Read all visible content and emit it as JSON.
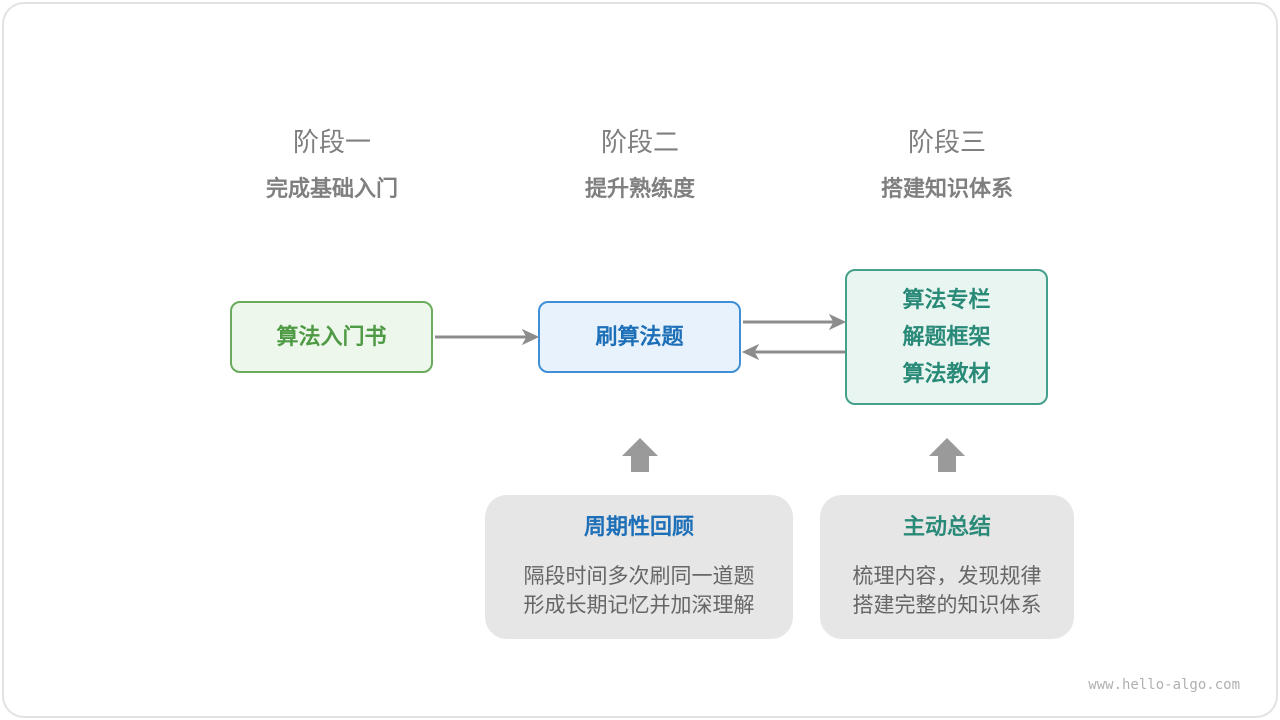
{
  "stages": [
    {
      "label": "阶段一",
      "subtitle": "完成基础入门",
      "resources": [
        "算法入门书"
      ]
    },
    {
      "label": "阶段二",
      "subtitle": "提升熟练度",
      "resources": [
        "刷算法题"
      ]
    },
    {
      "label": "阶段三",
      "subtitle": "搭建知识体系",
      "resources": [
        "算法专栏",
        "解题框架",
        "算法教材"
      ]
    }
  ],
  "practices": [
    {
      "title": "周期性回顾",
      "lines": [
        "隔段时间多次刷同一道题",
        "形成长期记忆并加深理解"
      ]
    },
    {
      "title": "主动总结",
      "lines": [
        "梳理内容，发现规律",
        "搭建完整的知识体系"
      ]
    }
  ],
  "watermark": "www.hello-algo.com",
  "colors": {
    "green_text": "#4f9a45",
    "green_border": "#6aab5c",
    "green_fill": "#eef7eb",
    "blue_text": "#1d6fb8",
    "blue_border": "#3f8fd6",
    "blue_fill": "#e7f2fc",
    "teal_text": "#2a8a78",
    "teal_border": "#44a08c",
    "teal_fill": "#e8f5f1",
    "heading_gray": "#7f7f7f",
    "body_gray": "#666666",
    "panel_fill": "#e6e6e6",
    "arrow_gray": "#8c8c8c"
  }
}
